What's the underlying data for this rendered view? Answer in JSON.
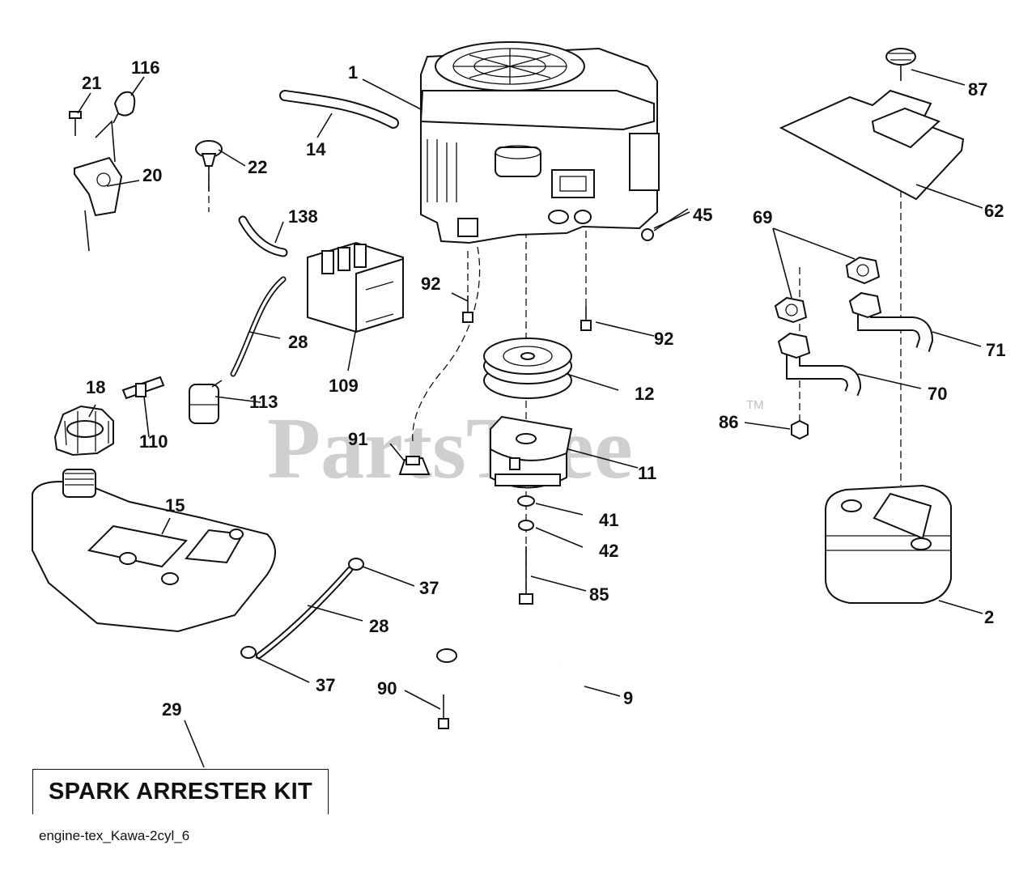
{
  "watermark": {
    "text": "PartsTree",
    "trademark": "TM"
  },
  "kit_box": {
    "label": "SPARK ARRESTER KIT"
  },
  "caption": "engine-tex_Kawa-2cyl_6",
  "callouts": [
    {
      "id": "engine",
      "number": "1"
    },
    {
      "id": "muffler",
      "number": "2"
    },
    {
      "id": "pto-bracket",
      "number": "9"
    },
    {
      "id": "electric-clutch",
      "number": "11"
    },
    {
      "id": "pulley",
      "number": "12"
    },
    {
      "id": "fuel-hose-top",
      "number": "14"
    },
    {
      "id": "fuel-tank",
      "number": "15"
    },
    {
      "id": "fuel-cap",
      "number": "18"
    },
    {
      "id": "throttle-bracket",
      "number": "20"
    },
    {
      "id": "throttle-screw",
      "number": "21"
    },
    {
      "id": "choke-knob",
      "number": "22"
    },
    {
      "id": "fuel-line-upper",
      "number": "28"
    },
    {
      "id": "fuel-line-lower",
      "number": "28"
    },
    {
      "id": "spark-arrester",
      "number": "29"
    },
    {
      "id": "hose-clamp-upper",
      "number": "37"
    },
    {
      "id": "hose-clamp-lower",
      "number": "37"
    },
    {
      "id": "washer",
      "number": "41"
    },
    {
      "id": "lock-washer",
      "number": "42"
    },
    {
      "id": "oil-drain",
      "number": "45"
    },
    {
      "id": "heat-shield",
      "number": "62"
    },
    {
      "id": "gasket",
      "number": "69"
    },
    {
      "id": "exhaust-pipe-left",
      "number": "70"
    },
    {
      "id": "exhaust-pipe-right",
      "number": "71"
    },
    {
      "id": "clutch-bolt",
      "number": "85"
    },
    {
      "id": "muffler-nut",
      "number": "86"
    },
    {
      "id": "shield-screw",
      "number": "87"
    },
    {
      "id": "bracket-bolt",
      "number": "90"
    },
    {
      "id": "grommet",
      "number": "91"
    },
    {
      "id": "engine-bolt-left",
      "number": "92"
    },
    {
      "id": "engine-bolt-right",
      "number": "92"
    },
    {
      "id": "air-filter",
      "number": "109"
    },
    {
      "id": "fuel-tee",
      "number": "110"
    },
    {
      "id": "fuel-filter",
      "number": "113"
    },
    {
      "id": "throttle-knob",
      "number": "116"
    },
    {
      "id": "vent-hose",
      "number": "138"
    }
  ]
}
